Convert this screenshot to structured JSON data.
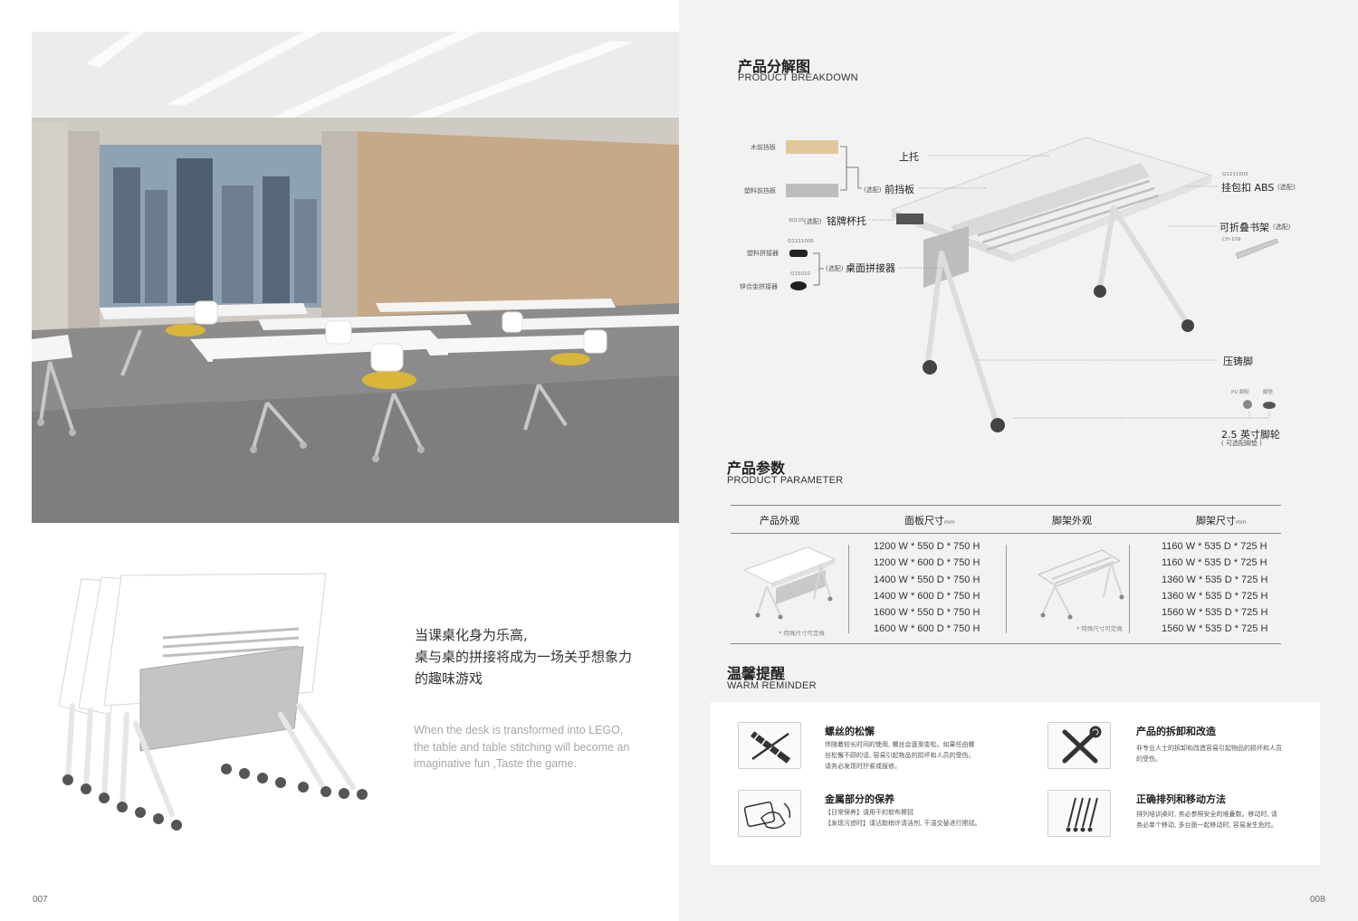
{
  "left": {
    "slogan_cn": [
      "当课桌化身为乐高,",
      "桌与桌的拼接将成为一场关乎想象力",
      "的趣味游戏"
    ],
    "slogan_en": [
      "When the desk is transformed into LEGO,",
      "the table and table stitching will become an",
      "imaginative fun ,Taste the game."
    ],
    "page_number": "007"
  },
  "right": {
    "page_number": "008",
    "breakdown": {
      "title": "产品分解图",
      "subtitle": "PRODUCT BREAKDOWN",
      "labels": {
        "wood_panel": "木前挡板",
        "plastic_panel": "塑料前挡板",
        "top_bracket": "上托",
        "front_panel_opt": "(选配)",
        "front_panel": "前挡板",
        "nameplate_code": "WJ105",
        "nameplate_opt": "(选配)",
        "nameplate": "铭牌杯托",
        "plastic_connector": "塑料拼接器",
        "plastic_connector_code": "Q1211006",
        "zinc_connector": "锌合金拼接器",
        "zinc_connector_code": "Q15010",
        "connector_opt": "(选配)",
        "connector": "桌面拼接器",
        "hook_code": "Q1211005",
        "hook": "挂包扣 ABS",
        "hook_opt": "(选配)",
        "shelf": "可折叠书架",
        "shelf_opt": "(选配)",
        "shelf_code": "CH-109",
        "leg": "压铸脚",
        "pu_wheel": "PU 脚轮",
        "foot_pad": "脚垫",
        "caster": "2.5 英寸脚轮",
        "caster_note": "( 可选配脚垫 )"
      }
    },
    "parameter": {
      "title": "产品参数",
      "subtitle": "PRODUCT PARAMETER",
      "headers": [
        "产品外观",
        "面板尺寸",
        "脚架外观",
        "脚架尺寸"
      ],
      "unit": "mm",
      "panel_sizes": [
        "1200 W * 550 D * 750 H",
        "1200 W * 600 D * 750 H",
        "1400 W * 550 D * 750 H",
        "1400 W * 600 D * 750 H",
        "1600 W * 550 D * 750 H",
        "1600 W * 600 D * 750 H"
      ],
      "frame_sizes": [
        "1160 W * 535 D * 725 H",
        "1160 W * 535 D * 725 H",
        "1360 W * 535 D * 725 H",
        "1360 W * 535 D * 725 H",
        "1560 W * 535 D * 725 H",
        "1560 W * 535 D * 725 H"
      ],
      "custom_note": "* 特殊尺寸可定做"
    },
    "reminder": {
      "title": "温馨提醒",
      "subtitle": "WARM REMINDER",
      "items": [
        {
          "title": "螺丝的松懈",
          "text": [
            "伴随着较长时间的使用, 螺丝会逐渐变松。如果任由螺",
            "丝松懈不顾的话, 容易引起物品的损坏和人员的受伤。",
            "请务必发现时拧紧或报修。"
          ]
        },
        {
          "title": "产品的拆卸和改造",
          "text": [
            "非专业人士的拆卸和改造容易引起物品的损坏和人员",
            "的受伤。"
          ]
        },
        {
          "title": "金属部分的保养",
          "text": [
            "【日常保养】请用干的软布擦拭",
            "【发现污迹时】请沾取稍许清洁剂, 干湿交替进行擦拭。"
          ]
        },
        {
          "title": "正确排列和移动方法",
          "text": [
            "排列培训桌时, 务必参照安全的堆叠数。移动时, 请",
            "务必单个移动, 多台面一起移动时, 容易发生危险。"
          ]
        }
      ]
    }
  },
  "colors": {
    "right_bg": "#f2f2f3",
    "wood": "#e3c79c",
    "plastic_gray": "#bdbdbd",
    "chair_yellow": "#d9b53a",
    "rule": "#888888"
  }
}
